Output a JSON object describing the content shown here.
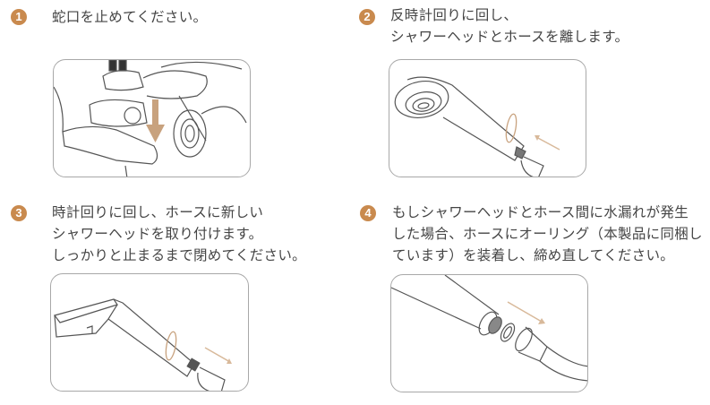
{
  "accent_color": "#c98a4e",
  "steps": [
    {
      "number": "1",
      "lines": [
        "蛇口を止めてください。"
      ],
      "illustration": "faucet-turn-off-illustration"
    },
    {
      "number": "2",
      "lines": [
        "反時計回りに回し、",
        "シャワーヘッドとホースを離します。"
      ],
      "illustration": "showerhead-detach-illustration"
    },
    {
      "number": "3",
      "lines": [
        "時計回りに回し、ホースに新しい",
        "シャワーヘッドを取り付けます。",
        "しっかりと止まるまで閉めてください。"
      ],
      "illustration": "showerhead-attach-illustration"
    },
    {
      "number": "4",
      "lines": [
        "もしシャワーヘッドとホース間に水漏れが発生",
        "した場合、ホースにオーリング（本製品に同梱し",
        "ています）を装着し、締め直してください。"
      ],
      "illustration": "o-ring-install-illustration"
    }
  ]
}
